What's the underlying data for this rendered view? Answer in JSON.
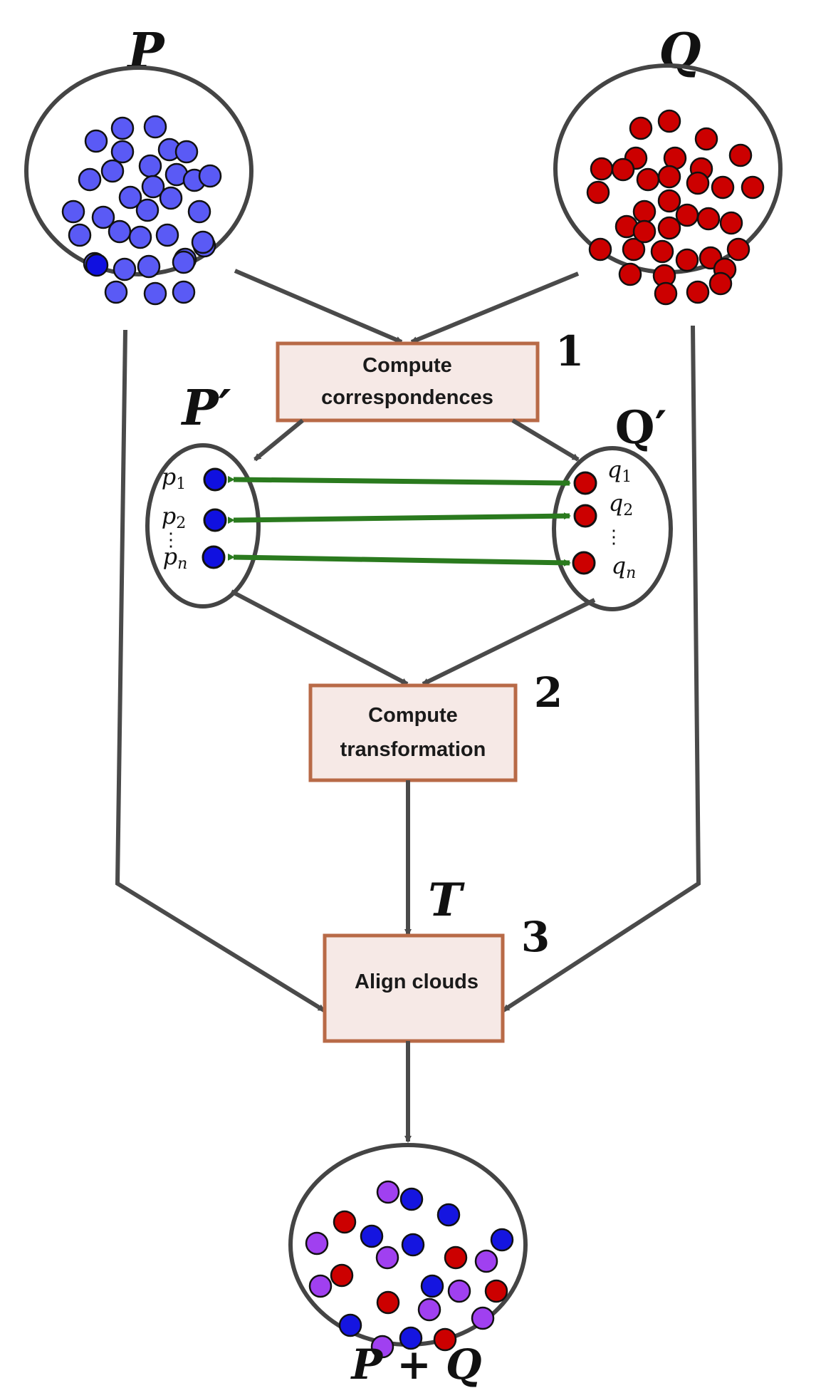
{
  "labels": {
    "p_set": "P",
    "q_set": "Q",
    "p_prime": "P′",
    "q_prime": "Q′",
    "transform": "T",
    "result": "P + Q"
  },
  "steps": [
    {
      "number": "1",
      "line1": "Compute",
      "line2": "correspondences"
    },
    {
      "number": "2",
      "line1": "Compute",
      "line2": "transformation"
    },
    {
      "number": "3",
      "line1": "Align clouds",
      "line2": ""
    }
  ],
  "correspondences": {
    "p_labels": [
      {
        "base": "p",
        "sub": "1"
      },
      {
        "base": "p",
        "sub": "2"
      },
      {
        "base": "p",
        "sub": "n"
      }
    ],
    "q_labels": [
      {
        "base": "q",
        "sub": "1"
      },
      {
        "base": "q",
        "sub": "2"
      },
      {
        "base": "q",
        "sub": "n"
      }
    ],
    "ellipsis": "⋮"
  },
  "colors": {
    "p_points": "#5a5af5",
    "p_point_selected": "#1010e0",
    "q_points": "#cc0000",
    "merged_purple": "#a040f0",
    "merged_blue": "#1515e0",
    "merged_red": "#cc0000",
    "correspondence_arrow": "#2a7a1e",
    "box_fill": "#f6e9e6",
    "box_stroke": "#b86a47",
    "flow_arrow": "#4a4a4a",
    "ellipse_stroke": "#444444"
  }
}
